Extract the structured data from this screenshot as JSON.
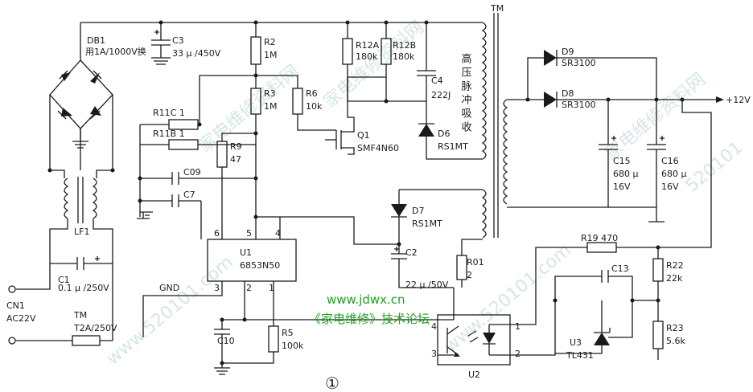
{
  "labels": {
    "db1": "DB1",
    "db1_note": "用1A/1000V换",
    "c3": "C3",
    "c3_val": "33 μ /450V",
    "r2": "R2",
    "r2_val": "1M",
    "r3": "R3",
    "r3_val": "1M",
    "r6": "R6",
    "r6_val": "10k",
    "r12a": "R12A",
    "r12a_val": "180k",
    "r12b": "R12B",
    "r12b_val": "180k",
    "c4": "C4",
    "c4_val": "222J",
    "d6": "D6",
    "d6_part": "RS1MT",
    "tm_top": "TM",
    "tm_note": "高压脉冲吸收",
    "q1": "Q1",
    "q1_part": "SMF4N60",
    "r11c": "R11C 1",
    "r11b": "R11B 1",
    "r9": "R9",
    "r9_val": "47",
    "c09": "C09",
    "c7": "C7",
    "d9": "D9",
    "d9_part": "SR3100",
    "d8": "D8",
    "d8_part": "SR3100",
    "out_12v": "+12V",
    "c15": "C15",
    "c15_cap": "680 μ",
    "c15_v": "16V",
    "c16": "C16",
    "c16_cap": "680 μ",
    "c16_v": "16V",
    "d7": "D7",
    "d7_part": "RS1MT",
    "lf1": "LF1",
    "u1": "U1",
    "u1_part": "6853N50",
    "pin6": "6",
    "pin5": "5",
    "pin4": "4",
    "pin3": "3",
    "pin2": "2",
    "pin1": "1",
    "c2": "C2",
    "c2_val": "22 μ /50V",
    "r01": "R01",
    "r01_val": "2",
    "r19": "R19  470",
    "c13": "C13",
    "r22": "R22",
    "r22_val": "22k",
    "r23": "R23",
    "r23_val": "5.6k",
    "c1": "C1",
    "c1_val": "0.1 μ /250V",
    "gnd": "GND",
    "cn1": "CN1",
    "cn1_val": "AC22V",
    "tm_fuse": "TM",
    "tm_fuse_val": "T2A/250V",
    "c10": "C10",
    "r5": "R5",
    "r5_val": "100k",
    "u2": "U2",
    "u2_p4": "4",
    "u2_p3": "3",
    "u2_p1": "1",
    "u2_p2": "2",
    "u3": "U3",
    "u3_part": "TL431",
    "fig_no": "①",
    "url": "www.jdwx.cn",
    "forum": "《家电维修》技术论坛"
  },
  "watermarks": [
    "家电维修资料网",
    "www.520101.com",
    "家电维修资料网",
    "www.520101.com",
    "家电维修资料网",
    "520101"
  ]
}
